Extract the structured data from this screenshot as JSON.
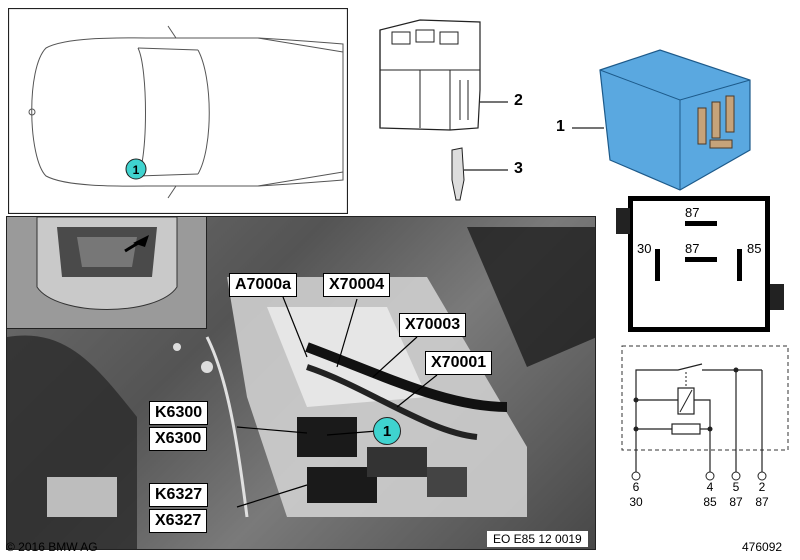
{
  "copyright": "© 2016 BMW AG",
  "ref_code": "EO E85 12 0019",
  "diagram_id": "476092",
  "callouts": {
    "c1": "1",
    "c2": "2",
    "c3": "3"
  },
  "car_marker": "1",
  "photo_marker": "1",
  "connector_labels": {
    "a7000a": "A7000a",
    "x70004": "X70004",
    "x70003": "X70003",
    "x70001": "X70001",
    "k6300": "K6300",
    "x6300": "X6300",
    "k6327": "K6327",
    "x6327": "X6327"
  },
  "relay_face": {
    "t87_top": "87",
    "t87_mid": "87",
    "t30": "30",
    "t85": "85"
  },
  "schematic_pins": [
    {
      "num": "6",
      "term": "30"
    },
    {
      "num": "4",
      "term": "85"
    },
    {
      "num": "5",
      "term": "87"
    },
    {
      "num": "2",
      "term": "87"
    }
  ],
  "colors": {
    "marker": "#3fd3cf",
    "relay": "#5aa8e0",
    "label_bg": "#ffffff"
  }
}
